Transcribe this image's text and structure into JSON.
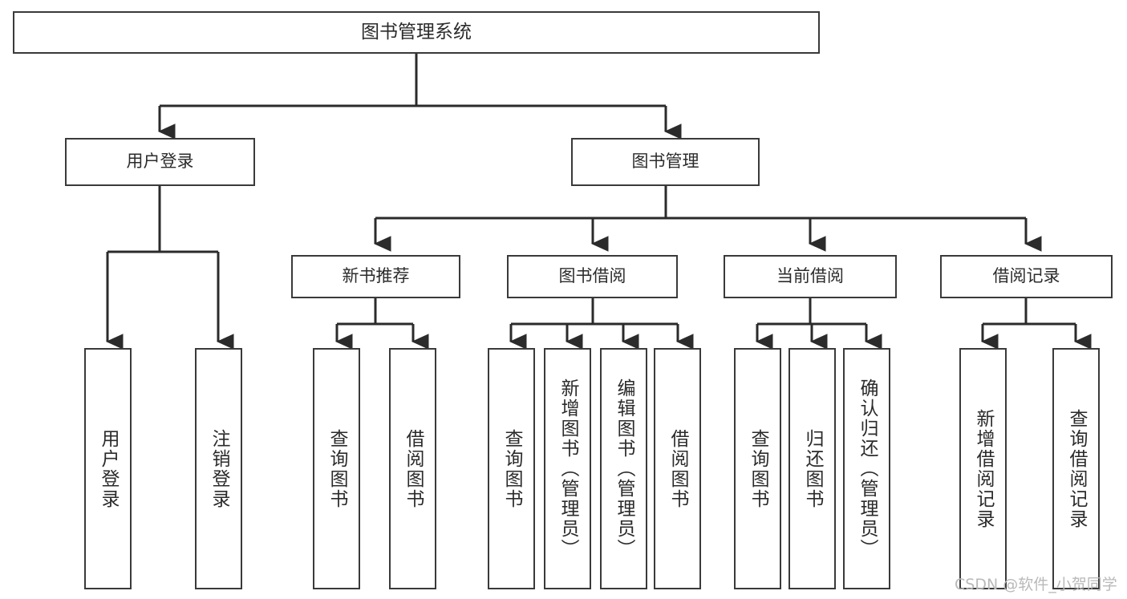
{
  "diagram": {
    "title": "图书管理系统",
    "watermark": "CSDN @软件_小贺同学",
    "colors": {
      "box_border": "#3a3a3a",
      "box_fill": "#ffffff",
      "connector": "#2b2b2b",
      "text": "#2b2b2b",
      "watermark": "#b9b9b9"
    },
    "nodes": {
      "root": {
        "label": "图书管理系统"
      },
      "level2": [
        {
          "label": "用户登录"
        },
        {
          "label": "图书管理"
        }
      ],
      "level3": [
        {
          "label": "新书推荐"
        },
        {
          "label": "图书借阅"
        },
        {
          "label": "当前借阅"
        },
        {
          "label": "借阅记录"
        }
      ],
      "leaves_user_login": [
        {
          "label": "用户登录"
        },
        {
          "label": "注销登录"
        }
      ],
      "leaves_new_book": [
        {
          "label": "查询图书"
        },
        {
          "label": "借阅图书"
        }
      ],
      "leaves_borrow": [
        {
          "label": "查询图书"
        },
        {
          "label": "新增图书（管理员）"
        },
        {
          "label": "编辑图书（管理员）"
        },
        {
          "label": "借阅图书"
        }
      ],
      "leaves_current": [
        {
          "label": "查询图书"
        },
        {
          "label": "归还图书"
        },
        {
          "label": "确认归还（管理员）"
        }
      ],
      "leaves_records": [
        {
          "label": "新增借阅记录"
        },
        {
          "label": "查询借阅记录"
        }
      ]
    }
  }
}
